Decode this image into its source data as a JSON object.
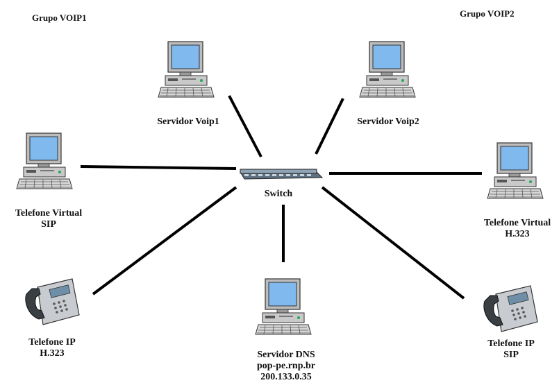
{
  "groups": {
    "voip1": "Grupo VOIP1",
    "voip2": "Grupo VOIP2"
  },
  "nodes": {
    "switch": {
      "label": "Switch",
      "icon": "switch-icon"
    },
    "servidor_voip1": {
      "label": "Servidor Voip1",
      "icon": "computer-icon"
    },
    "servidor_voip2": {
      "label": "Servidor Voip2",
      "icon": "computer-icon"
    },
    "telefone_virtual_sip": {
      "line1": "Telefone Virtual",
      "line2": "SIP",
      "icon": "computer-icon"
    },
    "telefone_virtual_h323": {
      "line1": "Telefone Virtual",
      "line2": "H.323",
      "icon": "computer-icon"
    },
    "telefone_ip_h323": {
      "line1": "Telefone IP",
      "line2": "H.323",
      "icon": "ip-phone-icon"
    },
    "telefone_ip_sip": {
      "line1": "Telefone IP",
      "line2": "SIP",
      "icon": "ip-phone-icon"
    },
    "servidor_dns": {
      "line1": "Servidor DNS",
      "line2": "pop-pe.rnp.br",
      "line3": "200.133.0.35",
      "icon": "computer-icon"
    }
  },
  "connections": [
    [
      "switch",
      "servidor_voip1"
    ],
    [
      "switch",
      "servidor_voip2"
    ],
    [
      "switch",
      "telefone_virtual_sip"
    ],
    [
      "switch",
      "telefone_virtual_h323"
    ],
    [
      "switch",
      "telefone_ip_h323"
    ],
    [
      "switch",
      "telefone_ip_sip"
    ],
    [
      "switch",
      "servidor_dns"
    ]
  ],
  "colors": {
    "screen": "#7fb9ee",
    "case": "#c9c9c9",
    "line": "#000000"
  }
}
